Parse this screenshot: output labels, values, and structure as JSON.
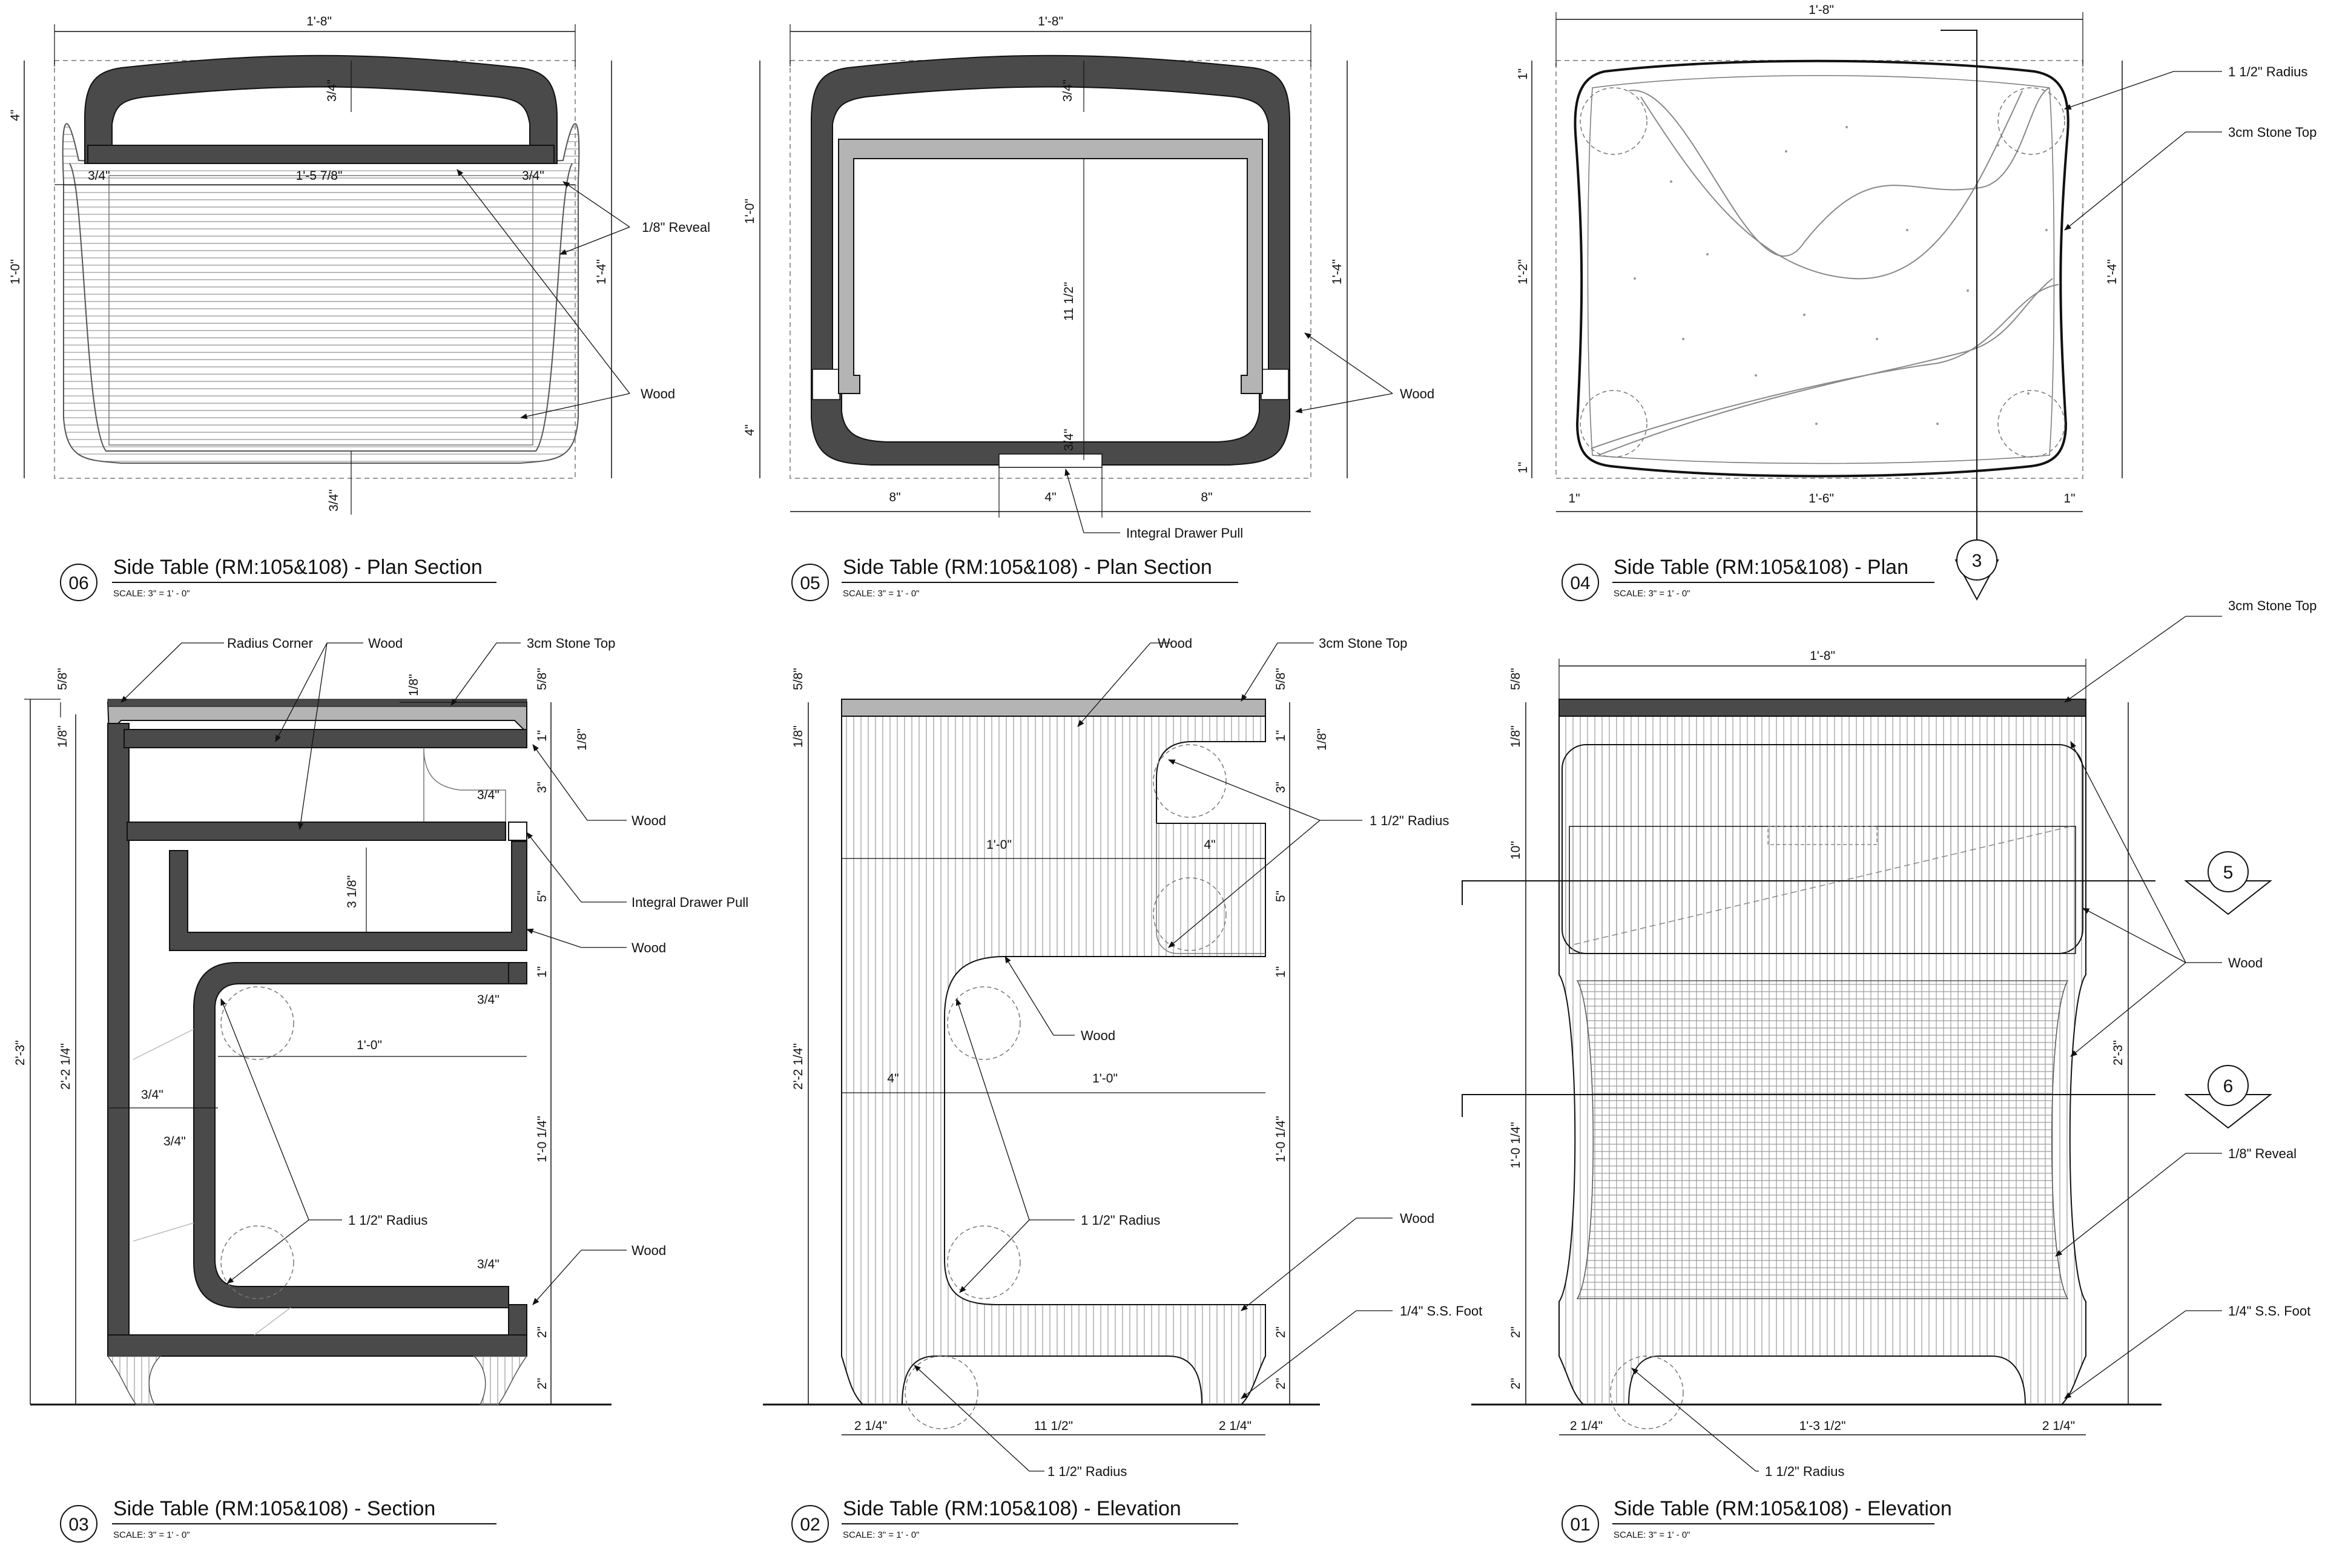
{
  "sheet": {
    "views": [
      {
        "number": "06",
        "title": "Side Table (RM:105&108) - Plan Section",
        "scale": "SCALE:  3\" = 1' - 0\""
      },
      {
        "number": "05",
        "title": "Side Table (RM:105&108) - Plan Section",
        "scale": "SCALE:  3\" = 1' - 0\""
      },
      {
        "number": "04",
        "title": "Side Table (RM:105&108) - Plan",
        "scale": "SCALE:  3\" = 1' - 0\""
      },
      {
        "number": "03",
        "title": "Side Table (RM:105&108) - Section",
        "scale": "SCALE:  3\" = 1' - 0\""
      },
      {
        "number": "02",
        "title": "Side Table (RM:105&108) - Elevation",
        "scale": "SCALE:  3\" = 1' - 0\""
      },
      {
        "number": "01",
        "title": "Side Table (RM:105&108) - Elevation",
        "scale": "SCALE:  3\" = 1' - 0\""
      }
    ],
    "section_markers": [
      "3",
      "5",
      "6"
    ]
  },
  "labels": {
    "wood": "Wood",
    "reveal": "1/8\" Reveal",
    "radius": "1 1/2\" Radius",
    "stone_top": "3cm Stone Top",
    "stone_top_cut": "3cm Stone Top",
    "drawer_pull": "Integral Drawer Pull",
    "radius_corner": "Radius Corner",
    "ss_foot": "1/4\" S.S. Foot"
  },
  "dims": {
    "d_1_8": "1'-8\"",
    "d_3_4": "3/4\"",
    "d_4": "4\"",
    "d_1_0": "1'-0\"",
    "d_1_4": "1'-4\"",
    "d_1_5_7_8": "1'-5 7/8\"",
    "d_11_1_2": "11 1/2\"",
    "d_8": "8\"",
    "d_1": "1\"",
    "d_1_2": "1'-2\"",
    "d_1_6": "1'-6\"",
    "d_5_8": "5/8\"",
    "d_1_8in": "1/8\"",
    "d_3": "3\"",
    "d_5": "5\"",
    "d_3_1_8": "3 1/8\"",
    "d_2_3": "2'-3\"",
    "d_2_2_1_4": "2'-2 1/4\"",
    "d_1_0_1_4": "1'-0 1/4\"",
    "d_2": "2\"",
    "d_2_1_4": "2 1/4\"",
    "d_10": "10\"",
    "d_1_3_1_2": "1'-3 1/2\""
  },
  "colors": {
    "fill_dark": "#4a4a4a",
    "fill_mid": "#b4b4b4",
    "line": "#111111"
  }
}
